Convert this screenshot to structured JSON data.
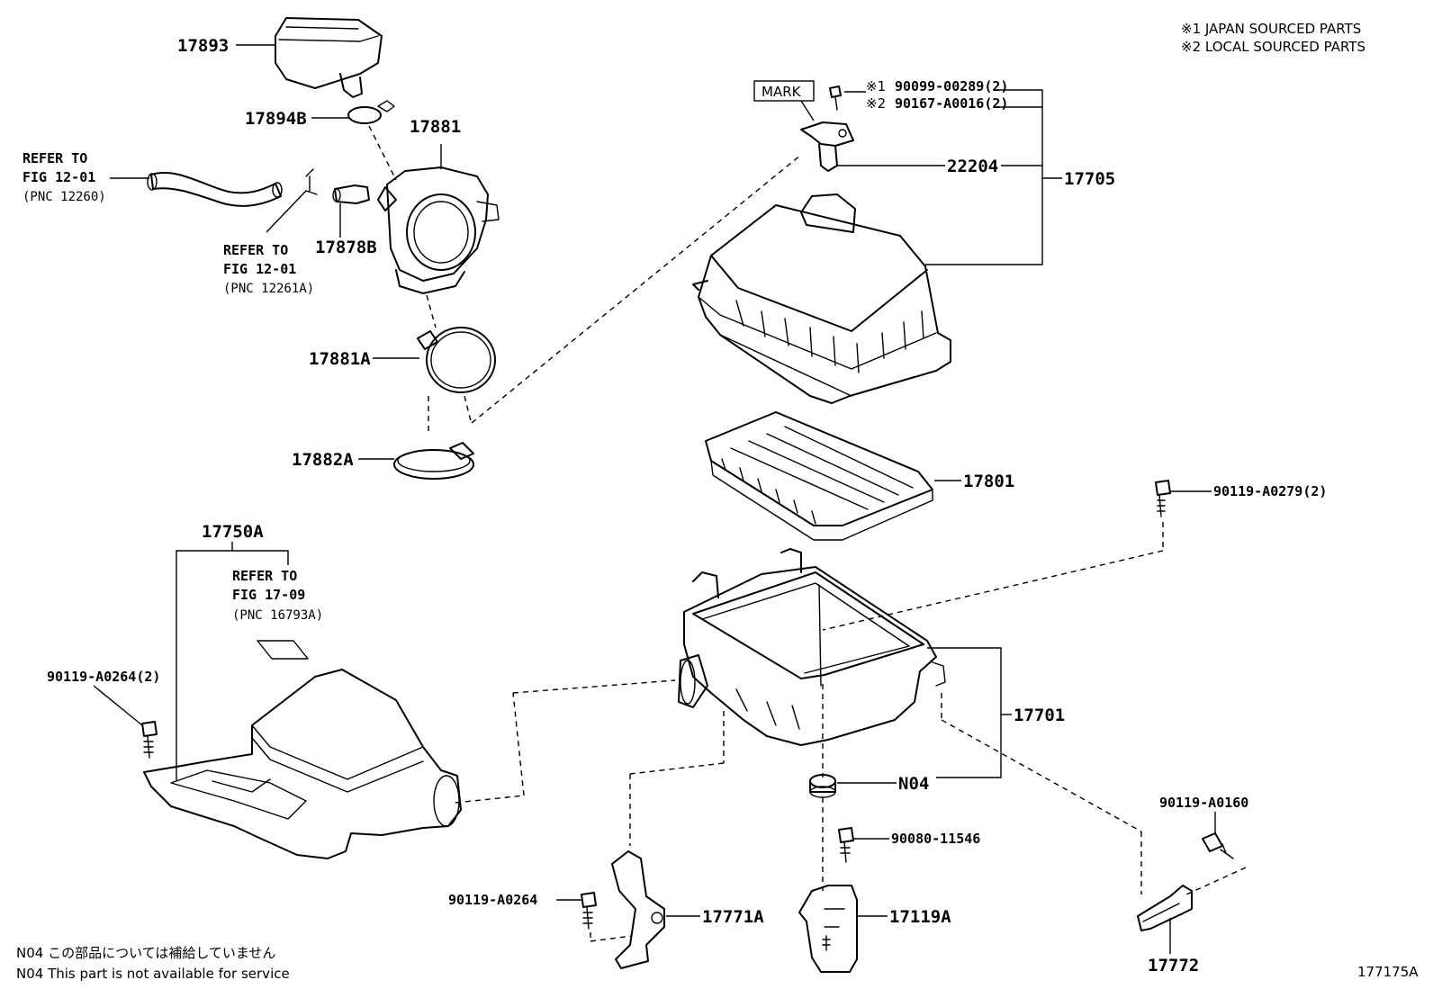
{
  "legend": {
    "line1": "※1 JAPAN SOURCED PARTS",
    "line2": "※2 LOCAL SOURCED PARTS"
  },
  "parts": {
    "p17893": "17893",
    "p17894B": "17894B",
    "p17881": "17881",
    "p17878B": "17878B",
    "p17881A": "17881A",
    "p17882A": "17882A",
    "p17750A": "17750A",
    "p90119_A0264_2": "90119-A0264(2)",
    "mark": "MARK",
    "p90099": "90099-00289(2)",
    "p90099_ref": "※1",
    "p90167": "90167-A0016(2)",
    "p90167_ref": "※2",
    "p22204": "22204",
    "p17705": "17705",
    "p17801": "17801",
    "p90119_A0279_2": "90119-A0279(2)",
    "p17701": "17701",
    "pN04": "N04",
    "p90080": "90080-11546",
    "p90119_A0160": "90119-A0160",
    "p90119_A0264": "90119-A0264",
    "p17771A": "17771A",
    "p17119A": "17119A",
    "p17772": "17772"
  },
  "refs": {
    "ref1": {
      "l1": "REFER TO",
      "l2": "FIG 12-01",
      "l3": "(PNC 12260)"
    },
    "ref2": {
      "l1": "REFER TO",
      "l2": "FIG 12-01",
      "l3": "(PNC 12261A)"
    },
    "ref3": {
      "l1": "REFER TO",
      "l2": "FIG 17-09",
      "l3": "(PNC 16793A)"
    }
  },
  "footnotes": {
    "jp": "N04  この部品については補給していません",
    "en": "N04  This part is not available for service"
  },
  "figure_id": "177175A"
}
